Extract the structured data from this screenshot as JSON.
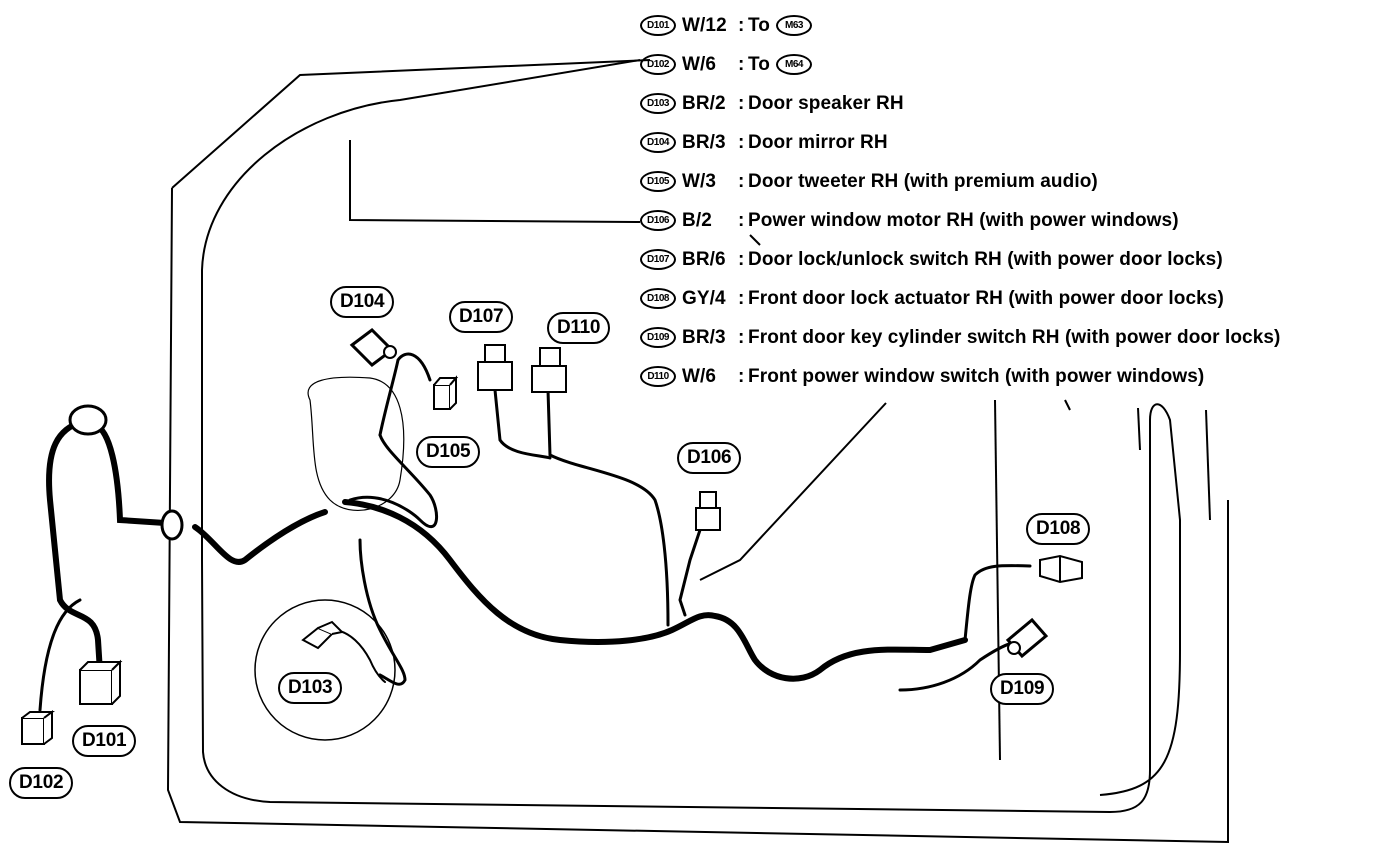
{
  "legend": [
    {
      "id": "D101",
      "code": "W/12",
      "description": "To",
      "target_badge": "M63"
    },
    {
      "id": "D102",
      "code": "W/6",
      "description": "To",
      "target_badge": "M64"
    },
    {
      "id": "D103",
      "code": "BR/2",
      "description": "Door speaker RH"
    },
    {
      "id": "D104",
      "code": "BR/3",
      "description": "Door mirror RH"
    },
    {
      "id": "D105",
      "code": "W/3",
      "description": "Door tweeter RH (with premium audio)"
    },
    {
      "id": "D106",
      "code": "B/2",
      "description": "Power window motor RH (with power windows)"
    },
    {
      "id": "D107",
      "code": "BR/6",
      "description": "Door lock/unlock switch RH (with power door locks)"
    },
    {
      "id": "D108",
      "code": "GY/4",
      "description": "Front door lock actuator RH (with power door locks)"
    },
    {
      "id": "D109",
      "code": "BR/3",
      "description": "Front door key cylinder switch RH (with power door locks)"
    },
    {
      "id": "D110",
      "code": "W/6",
      "description": "Front power window switch (with power windows)"
    }
  ],
  "callouts": {
    "d101": "D101",
    "d102": "D102",
    "d103": "D103",
    "d104": "D104",
    "d105": "D105",
    "d106": "D106",
    "d107": "D107",
    "d108": "D108",
    "d109": "D109",
    "d110": "D110"
  },
  "colors": {
    "line": "#000000",
    "background": "#ffffff"
  }
}
